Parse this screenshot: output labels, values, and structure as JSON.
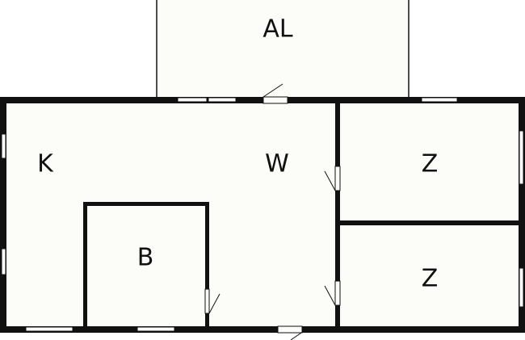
{
  "floor_plan": {
    "rooms": {
      "al": "AL",
      "k": "K",
      "w": "W",
      "z_top": "Z",
      "b": "B",
      "z_bottom": "Z"
    }
  }
}
